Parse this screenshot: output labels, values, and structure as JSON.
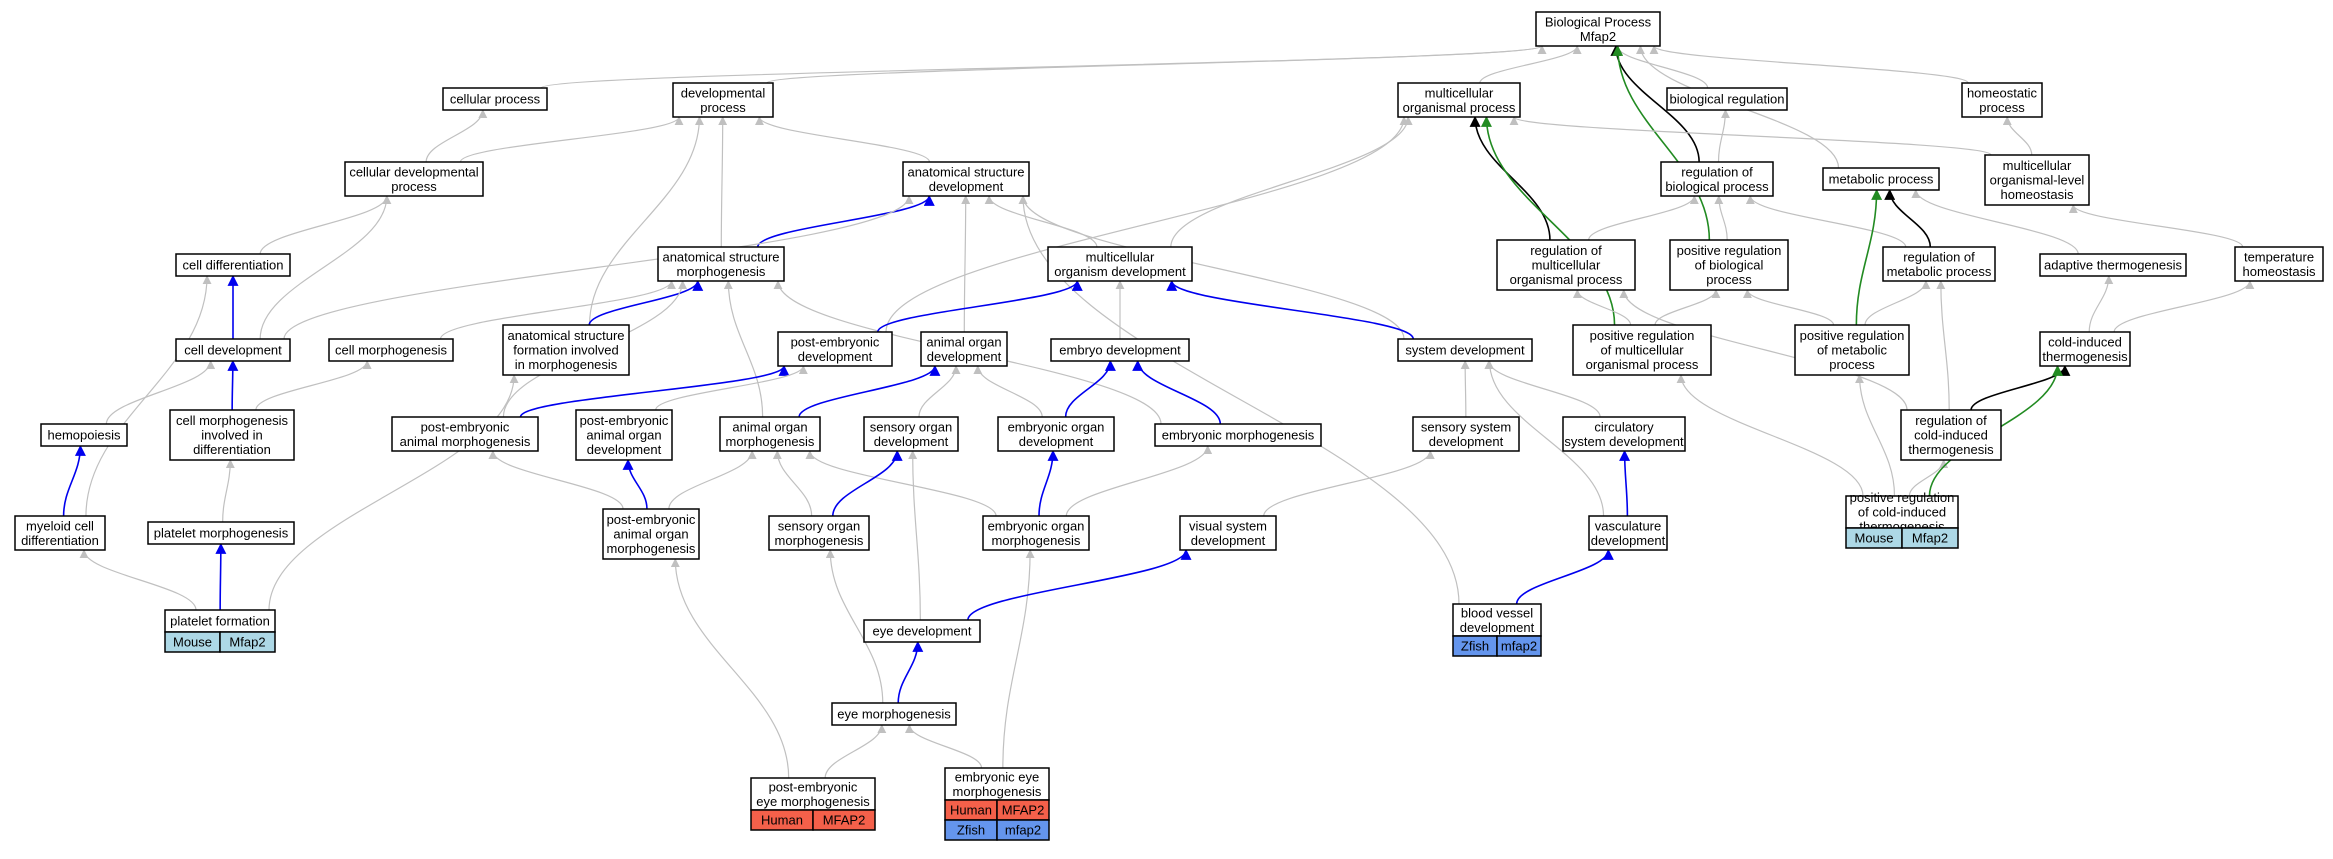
{
  "colors": {
    "grey_edge": "#c0c0c0",
    "blue_edge": "#0000ee",
    "black_edge": "#000000",
    "green_edge": "#228b22",
    "mouse": "#add8e6",
    "zfish": "#6495ed",
    "human": "#f4604a"
  },
  "nodes": [
    {
      "id": "bp",
      "lines": [
        "Biological Process",
        "Mfap2"
      ]
    },
    {
      "id": "cp",
      "lines": [
        "cellular process"
      ]
    },
    {
      "id": "dp",
      "lines": [
        "developmental",
        "process"
      ]
    },
    {
      "id": "mop",
      "lines": [
        "multicellular",
        "organismal process"
      ]
    },
    {
      "id": "br",
      "lines": [
        "biological regulation"
      ]
    },
    {
      "id": "hp",
      "lines": [
        "homeostatic",
        "process"
      ]
    },
    {
      "id": "cdp",
      "lines": [
        "cellular developmental",
        "process"
      ]
    },
    {
      "id": "asd",
      "lines": [
        "anatomical structure",
        "development"
      ]
    },
    {
      "id": "rbp",
      "lines": [
        "regulation of",
        "biological process"
      ]
    },
    {
      "id": "metp",
      "lines": [
        "metabolic process"
      ]
    },
    {
      "id": "mlh",
      "lines": [
        "multicellular",
        "organismal-level",
        "homeostasis"
      ]
    },
    {
      "id": "celld",
      "lines": [
        "cell differentiation"
      ]
    },
    {
      "id": "asm",
      "lines": [
        "anatomical structure",
        "morphogenesis"
      ]
    },
    {
      "id": "modev",
      "lines": [
        "multicellular",
        "organism development"
      ]
    },
    {
      "id": "rmop",
      "lines": [
        "regulation of",
        "multicellular",
        "organismal process"
      ]
    },
    {
      "id": "prbp",
      "lines": [
        "positive regulation",
        "of biological",
        "process"
      ]
    },
    {
      "id": "rmetp",
      "lines": [
        "regulation of",
        "metabolic process"
      ]
    },
    {
      "id": "at",
      "lines": [
        "adaptive thermogenesis"
      ]
    },
    {
      "id": "th",
      "lines": [
        "temperature",
        "homeostasis"
      ]
    },
    {
      "id": "celldev",
      "lines": [
        "cell development"
      ]
    },
    {
      "id": "cm",
      "lines": [
        "cell morphogenesis"
      ]
    },
    {
      "id": "asf",
      "lines": [
        "anatomical structure",
        "formation involved",
        "in morphogenesis"
      ]
    },
    {
      "id": "ped",
      "lines": [
        "post-embryonic",
        "development"
      ]
    },
    {
      "id": "aod",
      "lines": [
        "animal organ",
        "development"
      ]
    },
    {
      "id": "ed",
      "lines": [
        "embryo development"
      ]
    },
    {
      "id": "sd",
      "lines": [
        "system development"
      ]
    },
    {
      "id": "prmop",
      "lines": [
        "positive regulation",
        "of multicellular",
        "organismal process"
      ]
    },
    {
      "id": "prmetp",
      "lines": [
        "positive regulation",
        "of metabolic",
        "process"
      ]
    },
    {
      "id": "cit",
      "lines": [
        "cold-induced",
        "thermogenesis"
      ]
    },
    {
      "id": "hemo",
      "lines": [
        "hemopoiesis"
      ]
    },
    {
      "id": "cmid",
      "lines": [
        "cell morphogenesis",
        "involved in",
        "differentiation"
      ]
    },
    {
      "id": "pam",
      "lines": [
        "post-embryonic",
        "animal morphogenesis"
      ]
    },
    {
      "id": "paod",
      "lines": [
        "post-embryonic",
        "animal organ",
        "development"
      ]
    },
    {
      "id": "aom",
      "lines": [
        "animal organ",
        "morphogenesis"
      ]
    },
    {
      "id": "sod",
      "lines": [
        "sensory organ",
        "development"
      ]
    },
    {
      "id": "eod",
      "lines": [
        "embryonic organ",
        "development"
      ]
    },
    {
      "id": "em",
      "lines": [
        "embryonic morphogenesis"
      ]
    },
    {
      "id": "ssd",
      "lines": [
        "sensory system",
        "development"
      ]
    },
    {
      "id": "csd",
      "lines": [
        "circulatory",
        "system development"
      ]
    },
    {
      "id": "rcit",
      "lines": [
        "regulation of",
        "cold-induced",
        "thermogenesis"
      ]
    },
    {
      "id": "mcd",
      "lines": [
        "myeloid cell",
        "differentiation"
      ]
    },
    {
      "id": "pm",
      "lines": [
        "platelet morphogenesis"
      ]
    },
    {
      "id": "paom",
      "lines": [
        "post-embryonic",
        "animal organ",
        "morphogenesis"
      ]
    },
    {
      "id": "som",
      "lines": [
        "sensory organ",
        "morphogenesis"
      ]
    },
    {
      "id": "eom",
      "lines": [
        "embryonic organ",
        "morphogenesis"
      ]
    },
    {
      "id": "vsd",
      "lines": [
        "visual system",
        "development"
      ]
    },
    {
      "id": "vd",
      "lines": [
        "vasculature",
        "development"
      ]
    },
    {
      "id": "eyed",
      "lines": [
        "eye development"
      ]
    },
    {
      "id": "eyem",
      "lines": [
        "eye morphogenesis"
      ]
    }
  ],
  "leaves": [
    {
      "id": "pf",
      "lines": [
        "platelet formation"
      ],
      "tags": [
        [
          {
            "label": "Mouse",
            "color": "mouse"
          },
          {
            "label": "Mfap2",
            "color": "mouse"
          }
        ]
      ]
    },
    {
      "id": "prcit",
      "lines": [
        "positive regulation",
        "of cold-induced",
        "thermogenesis"
      ],
      "tags": [
        [
          {
            "label": "Mouse",
            "color": "mouse"
          },
          {
            "label": "Mfap2",
            "color": "mouse"
          }
        ]
      ]
    },
    {
      "id": "bvd",
      "lines": [
        "blood vessel",
        "development"
      ],
      "tags": [
        [
          {
            "label": "Zfish",
            "color": "zfish"
          },
          {
            "label": "mfap2",
            "color": "zfish"
          }
        ]
      ]
    },
    {
      "id": "peem",
      "lines": [
        "post-embryonic",
        "eye morphogenesis"
      ],
      "tags": [
        [
          {
            "label": "Human",
            "color": "human"
          },
          {
            "label": "MFAP2",
            "color": "human"
          }
        ]
      ]
    },
    {
      "id": "eem",
      "lines": [
        "embryonic eye",
        "morphogenesis"
      ],
      "tags": [
        [
          {
            "label": "Human",
            "color": "human"
          },
          {
            "label": "MFAP2",
            "color": "human"
          }
        ],
        [
          {
            "label": "Zfish",
            "color": "zfish"
          },
          {
            "label": "mfap2",
            "color": "zfish"
          }
        ]
      ]
    }
  ],
  "edges": [
    [
      "cp",
      "bp",
      "grey"
    ],
    [
      "dp",
      "bp",
      "grey"
    ],
    [
      "mop",
      "bp",
      "grey"
    ],
    [
      "br",
      "bp",
      "grey"
    ],
    [
      "hp",
      "bp",
      "grey"
    ],
    [
      "metp",
      "bp",
      "grey"
    ],
    [
      "rbp",
      "bp",
      "black"
    ],
    [
      "prbp",
      "bp",
      "green"
    ],
    [
      "cdp",
      "cp",
      "grey"
    ],
    [
      "cdp",
      "dp",
      "grey"
    ],
    [
      "asd",
      "dp",
      "grey"
    ],
    [
      "asm",
      "dp",
      "grey"
    ],
    [
      "asf",
      "dp",
      "grey"
    ],
    [
      "modev",
      "mop",
      "grey"
    ],
    [
      "ped",
      "mop",
      "grey"
    ],
    [
      "mlh",
      "mop",
      "grey"
    ],
    [
      "rmop",
      "mop",
      "black"
    ],
    [
      "prmop",
      "mop",
      "green"
    ],
    [
      "rbp",
      "br",
      "grey"
    ],
    [
      "mlh",
      "hp",
      "grey"
    ],
    [
      "celld",
      "cdp",
      "grey"
    ],
    [
      "celldev",
      "cdp",
      "grey"
    ],
    [
      "asm",
      "asd",
      "blue"
    ],
    [
      "modev",
      "asd",
      "grey"
    ],
    [
      "aod",
      "asd",
      "grey"
    ],
    [
      "sd",
      "asd",
      "grey"
    ],
    [
      "bvd",
      "asd",
      "grey"
    ],
    [
      "celldev",
      "asd",
      "grey"
    ],
    [
      "rmop",
      "rbp",
      "grey"
    ],
    [
      "prbp",
      "rbp",
      "grey"
    ],
    [
      "rmetp",
      "rbp",
      "grey"
    ],
    [
      "rmetp",
      "metp",
      "black"
    ],
    [
      "at",
      "metp",
      "grey"
    ],
    [
      "prmetp",
      "metp",
      "green"
    ],
    [
      "th",
      "mlh",
      "grey"
    ],
    [
      "celldev",
      "celld",
      "blue"
    ],
    [
      "mcd",
      "celld",
      "grey"
    ],
    [
      "asf",
      "asm",
      "blue"
    ],
    [
      "cm",
      "asm",
      "grey"
    ],
    [
      "aom",
      "asm",
      "grey"
    ],
    [
      "pam",
      "asm",
      "grey"
    ],
    [
      "em",
      "asm",
      "grey"
    ],
    [
      "ped",
      "modev",
      "blue"
    ],
    [
      "ed",
      "modev",
      "grey"
    ],
    [
      "sd",
      "modev",
      "blue"
    ],
    [
      "prmop",
      "rmop",
      "grey"
    ],
    [
      "prmop",
      "prbp",
      "grey"
    ],
    [
      "prmetp",
      "prbp",
      "grey"
    ],
    [
      "prmetp",
      "rmetp",
      "grey"
    ],
    [
      "rcit",
      "rmetp",
      "grey"
    ],
    [
      "rcit",
      "rmop",
      "grey"
    ],
    [
      "cit",
      "at",
      "grey"
    ],
    [
      "cit",
      "th",
      "grey"
    ],
    [
      "cmid",
      "celldev",
      "blue"
    ],
    [
      "hemo",
      "celldev",
      "grey"
    ],
    [
      "cmid",
      "cm",
      "grey"
    ],
    [
      "pf",
      "asf",
      "grey"
    ],
    [
      "pam",
      "ped",
      "blue"
    ],
    [
      "paod",
      "ped",
      "grey"
    ],
    [
      "aom",
      "aod",
      "blue"
    ],
    [
      "sod",
      "aod",
      "grey"
    ],
    [
      "eod",
      "aod",
      "grey"
    ],
    [
      "eod",
      "ed",
      "blue"
    ],
    [
      "em",
      "ed",
      "blue"
    ],
    [
      "ssd",
      "sd",
      "grey"
    ],
    [
      "csd",
      "sd",
      "grey"
    ],
    [
      "vd",
      "sd",
      "grey"
    ],
    [
      "prcit",
      "prmop",
      "grey"
    ],
    [
      "prcit",
      "prmetp",
      "grey"
    ],
    [
      "prcit",
      "rcit",
      "grey"
    ],
    [
      "rcit",
      "cit",
      "black"
    ],
    [
      "prcit",
      "cit",
      "green"
    ],
    [
      "mcd",
      "hemo",
      "blue"
    ],
    [
      "pm",
      "cmid",
      "grey"
    ],
    [
      "paom",
      "pam",
      "grey"
    ],
    [
      "paom",
      "paod",
      "blue"
    ],
    [
      "paom",
      "aom",
      "grey"
    ],
    [
      "som",
      "aom",
      "grey"
    ],
    [
      "eom",
      "aom",
      "grey"
    ],
    [
      "som",
      "sod",
      "blue"
    ],
    [
      "eyed",
      "sod",
      "grey"
    ],
    [
      "eom",
      "eod",
      "blue"
    ],
    [
      "eom",
      "em",
      "grey"
    ],
    [
      "vsd",
      "ssd",
      "grey"
    ],
    [
      "vd",
      "csd",
      "blue"
    ],
    [
      "pf",
      "mcd",
      "grey"
    ],
    [
      "pf",
      "pm",
      "blue"
    ],
    [
      "peem",
      "paom",
      "grey"
    ],
    [
      "eyem",
      "som",
      "grey"
    ],
    [
      "eem",
      "eom",
      "grey"
    ],
    [
      "eyed",
      "vsd",
      "blue"
    ],
    [
      "bvd",
      "vd",
      "blue"
    ],
    [
      "eyem",
      "eyed",
      "blue"
    ],
    [
      "peem",
      "eyem",
      "grey"
    ],
    [
      "eem",
      "eyem",
      "grey"
    ]
  ]
}
